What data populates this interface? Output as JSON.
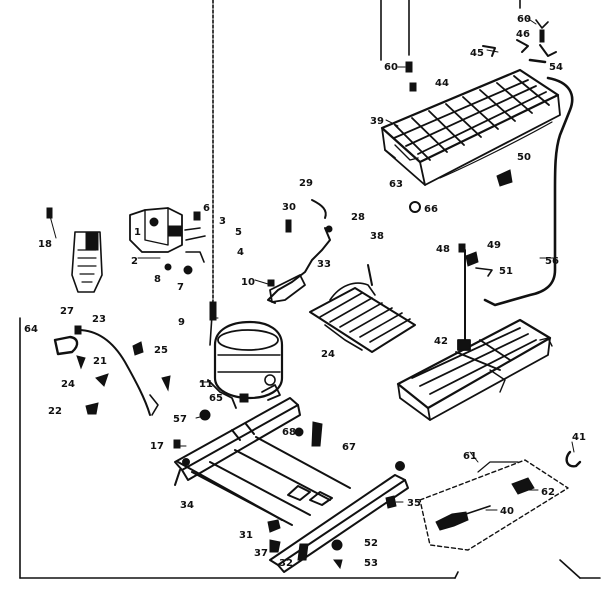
{
  "diagram": {
    "type": "exploded-parts-diagram",
    "ink_color": "#111111",
    "background": "#ffffff",
    "callouts": [
      {
        "id": "c60a",
        "text": "60"
      },
      {
        "id": "c46",
        "text": "46"
      },
      {
        "id": "c45",
        "text": "45"
      },
      {
        "id": "c54",
        "text": "54"
      },
      {
        "id": "c60b",
        "text": "60"
      },
      {
        "id": "c44",
        "text": "44"
      },
      {
        "id": "c39",
        "text": "39"
      },
      {
        "id": "c50",
        "text": "50"
      },
      {
        "id": "c63",
        "text": "63"
      },
      {
        "id": "c66",
        "text": "66"
      },
      {
        "id": "c18",
        "text": "18"
      },
      {
        "id": "c6",
        "text": "6"
      },
      {
        "id": "c3",
        "text": "3"
      },
      {
        "id": "c1",
        "text": "1"
      },
      {
        "id": "c5",
        "text": "5"
      },
      {
        "id": "c4",
        "text": "4"
      },
      {
        "id": "c2",
        "text": "2"
      },
      {
        "id": "c8",
        "text": "8"
      },
      {
        "id": "c7",
        "text": "7"
      },
      {
        "id": "c29",
        "text": "29"
      },
      {
        "id": "c30",
        "text": "30"
      },
      {
        "id": "c28",
        "text": "28"
      },
      {
        "id": "c38",
        "text": "38"
      },
      {
        "id": "c48",
        "text": "48"
      },
      {
        "id": "c49",
        "text": "49"
      },
      {
        "id": "c56",
        "text": "56"
      },
      {
        "id": "c51",
        "text": "51"
      },
      {
        "id": "c27",
        "text": "27"
      },
      {
        "id": "c10",
        "text": "10"
      },
      {
        "id": "c33",
        "text": "33"
      },
      {
        "id": "c9",
        "text": "9"
      },
      {
        "id": "c64",
        "text": "64"
      },
      {
        "id": "c23",
        "text": "23"
      },
      {
        "id": "c25",
        "text": "25"
      },
      {
        "id": "c21",
        "text": "21"
      },
      {
        "id": "c24a",
        "text": "24"
      },
      {
        "id": "c42",
        "text": "42"
      },
      {
        "id": "c24b",
        "text": "24"
      },
      {
        "id": "c11",
        "text": "11"
      },
      {
        "id": "c65",
        "text": "65"
      },
      {
        "id": "c22",
        "text": "22"
      },
      {
        "id": "c57",
        "text": "57"
      },
      {
        "id": "c68",
        "text": "68"
      },
      {
        "id": "c67",
        "text": "67"
      },
      {
        "id": "c41",
        "text": "41"
      },
      {
        "id": "c17",
        "text": "17"
      },
      {
        "id": "c61",
        "text": "61"
      },
      {
        "id": "c34",
        "text": "34"
      },
      {
        "id": "c62",
        "text": "62"
      },
      {
        "id": "c35",
        "text": "35"
      },
      {
        "id": "c40",
        "text": "40"
      },
      {
        "id": "c31",
        "text": "31"
      },
      {
        "id": "c37",
        "text": "37"
      },
      {
        "id": "c52",
        "text": "52"
      },
      {
        "id": "c32",
        "text": "32"
      },
      {
        "id": "c53",
        "text": "53"
      }
    ]
  }
}
